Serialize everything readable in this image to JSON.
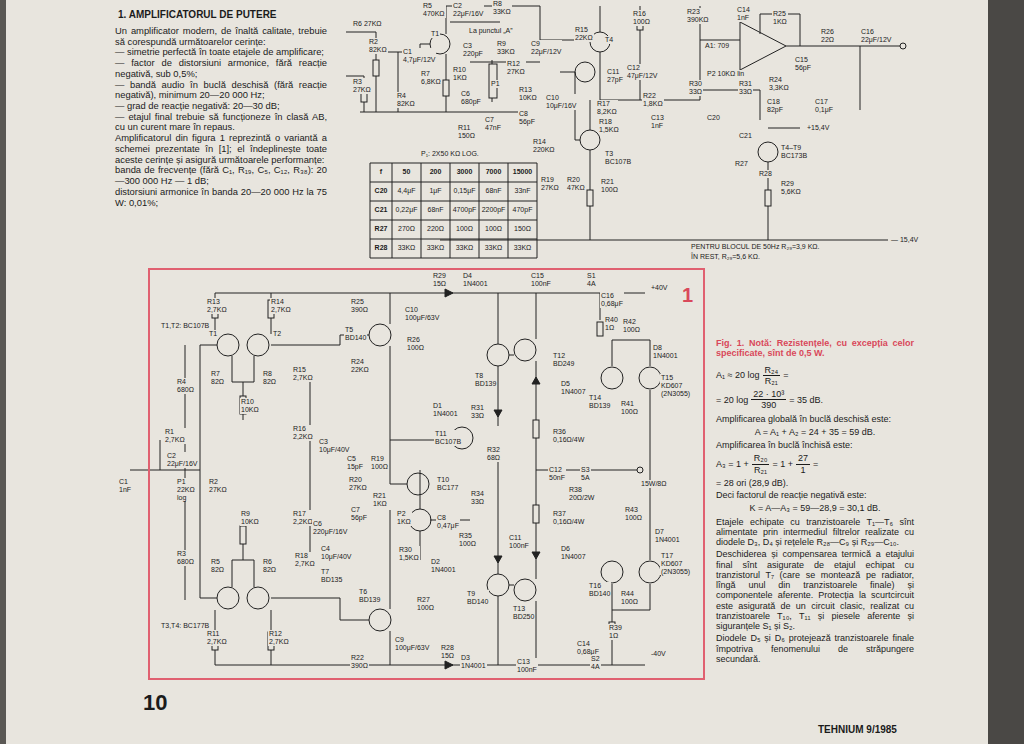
{
  "diagram": {
    "title": "1. AMPLIFICATORUL DE PUTERE",
    "caption": "Fig. 1. Notă: Rezistențele, cu excepția celor specificate, sînt de 0,5 W.",
    "nodes": [
      {
        "text": [
          "1"
        ]
      }
    ],
    "labels": [
      "Un amplificator modern, de înaltă calitate, trebuie să corespundă următoarelor cerințe:",
      "— simetrie perfectă în toate etajele de amplificare;",
      "— factor de distorsiuni armonice, fără reacție negativă, sub 0,5%;",
      "— bandă audio în buclă deschisă (fără reacție negativă), minimum 20—20 000 Hz;",
      "— grad de reacție negativă: 20—30 dB;",
      "— etajul final trebuie să funcționeze în clasă AB, cu un curent mare în repaus.",
      "Amplificatorul din figura 1 reprezintă o variantă a schemei prezentate în [1]; el îndeplinește toate aceste cerințe și asigură următoarele performanțe:",
      "banda de frecvențe (fără C₁, R₁₉, C₅, C₁₂, R₃₈): 20—300 000 Hz — 1 dB;",
      "distorsiuni armonice în banda 20—20 000 Hz la 75 W: 0,01%;",
      "A₁ ≈ 20 log",
      "R₂₄",
      "R₂₁",
      "=",
      "= 20 log",
      "22 · 10³",
      "390",
      "= 35 dB.",
      "Amplificarea globală în buclă deschisă este:",
      "A = A₁ + A₂ = 24 + 35 = 59 dB.",
      "Amplificarea în buclă închisă este:",
      "A₃ = 1 +",
      "R₂₀",
      "R₂₁",
      "= 1 +",
      "27",
      "1",
      "=",
      "= 28 ori (28,9 dB).",
      "Deci factorul de reacție negativă este:",
      "K = A—A₃ = 59—28,9 = 30,1 dB.",
      "Etajele echipate cu tranzistoarele T₁—T₆ sînt alimentate prin intermediul filtrelor realizate cu diodele D₃, D₄ și rețelele R₂₈—C₉ și R₂₉—C₁₀.",
      "Deschiderea și compensarea termică a etajului final sînt asigurate de etajul echipat cu tranzistorul T₇ (care se montează pe radiator, lîngă unul din tranzistoarele finale) și componentele aferente. Protecția la scurtcircuit este asigurată de un circuit clasic, realizat cu tranzistoarele T₁₀, T₁₁ și piesele aferente și siguranțele S₁ și S₂.",
      "Diodele D₅ și D₆ protejează tranzistoarele finale împotriva fenomenului de străpungere secundară.",
      "10",
      "TEHNIUM 9/1985",
      "f",
      "50",
      "200",
      "3000",
      "7000",
      "15000",
      "C20",
      "4,4μF",
      "1μF",
      "0,15μF",
      "68nF",
      "33nF",
      "C21",
      "0,22μF",
      "68nF",
      "4700pF",
      "2200pF",
      "470pF",
      "R27",
      "270Ω",
      "220Ω",
      "100Ω",
      "100Ω",
      "150Ω",
      "R28",
      "33KΩ",
      "33KΩ",
      "33KΩ",
      "33KΩ",
      "33KΩ",
      "P₁: 2X50 KΩ LOG.",
      "PENTRU BLOCUL DE 50Hz R₂₉=3,9 KΩ.",
      "ÎN REST, R₂₉=5,6 KΩ.",
      "— 15,4V",
      "+15,4V",
      "R6 27KΩ",
      "R2 82KΩ",
      "C1 4,7μF/12V",
      "R3 27KΩ",
      "R4 82KΩ",
      "R5 470KΩ",
      "C2 22μF/16V",
      "R8 33KΩ",
      "T1",
      "La punctul „A”",
      "C3 220pF",
      "R9 33KΩ",
      "R7 6,8KΩ",
      "R10 1KΩ",
      "P1",
      "R12 27KΩ",
      "C6 680pF",
      "R11 150Ω",
      "C7 47nF",
      "R13 10KΩ",
      "C8 56pF",
      "C9 22μF/12V",
      "R15 22KΩ",
      "T4",
      "R16 100Ω",
      "C11 27pF",
      "C10 10μF/16V",
      "R17 8,2KΩ",
      "R18 1,5KΩ",
      "C12 47μF/12V",
      "R22 1,8KΩ",
      "C13 1nF",
      "R14 220KΩ",
      "T3 BC107B",
      "R19 27KΩ",
      "R20 47KΩ",
      "R21 100Ω",
      "R23 390KΩ",
      "A1: 709",
      "C14 1nF",
      "R25 1KΩ",
      "R26 22Ω",
      "C16 22μF/12V",
      "C15 56pF",
      "P2 10KΩ lin",
      "R30 33Ω",
      "R31 33Ω",
      "R24 3,3KΩ",
      "C18 82pF",
      "C17 0,1μF",
      "C20",
      "C21",
      "T4–T9 BC173B",
      "R27",
      "R28",
      "R29 5,6KΩ",
      "R13 2,7KΩ",
      "R14 2,7KΩ",
      "T1,T2: BC107B",
      "T1",
      "T2",
      "R4 680Ω",
      "R7 82Ω",
      "R8 82Ω",
      "R15 2,7KΩ",
      "R10 10KΩ",
      "R16 2,2KΩ",
      "C3 10μF/40V",
      "R1 2,7KΩ",
      "C2 22μF/16V",
      "C1 1nF",
      "P1 22KΩ log",
      "R2 27KΩ",
      "R9 10KΩ",
      "R17 2,2KΩ",
      "C4 10μF/40V",
      "R3 680Ω",
      "R18 2,7KΩ",
      "R5 82Ω",
      "R6 82Ω",
      "T3,T4: BC177B",
      "R11 2,7KΩ",
      "R12 2,7KΩ",
      "R25 390Ω",
      "C10 100μF/63V",
      "R29 15Ω",
      "D4 1N4001",
      "C15 100nF",
      "S1 4A",
      "C16 0,68μF",
      "+40V",
      "T5 BD140",
      "R24 22KΩ",
      "R26 100Ω",
      "T8 BD139",
      "D1 1N4001",
      "T11 BC107B",
      "R31 33Ω",
      "R32 68Ω",
      "T12 BD249",
      "R40 1Ω",
      "R42 100Ω",
      "D8 1N4001",
      "T14 BD139",
      "T15 KD607 (2N3055)",
      "R41 100Ω",
      "D5 1N4007",
      "R36 0,16Ω/4W",
      "C5 15pF",
      "R19 100Ω",
      "C12 50nF",
      "S3 5A",
      "15W/8Ω",
      "R20 27KΩ",
      "R21 1KΩ",
      "R38 20Ω/2W",
      "T10 BC177",
      "R34 33Ω",
      "C7 56pF",
      "C6 220μF/16V",
      "P2 1KΩ",
      "R30 1,5KΩ",
      "C8 0,47μF",
      "R37 0,16Ω/4W",
      "T7 BD135",
      "R35 100Ω",
      "C11 100nF",
      "D2 1N4001",
      "R43 100Ω",
      "D7 1N4001",
      "T17 KD607 (2N3055)",
      "T16 BD140",
      "R44 100Ω",
      "D6 1N4007",
      "T6 BD139",
      "R27 100Ω",
      "T9 BD140",
      "T13 BD250",
      "R39 1Ω",
      "C14 0,68μF",
      "R22 390Ω",
      "C9 100μF/63V",
      "R28 15Ω",
      "D3 1N4001",
      "S2 4A",
      "C13 100nF",
      "-40V"
    ]
  }
}
